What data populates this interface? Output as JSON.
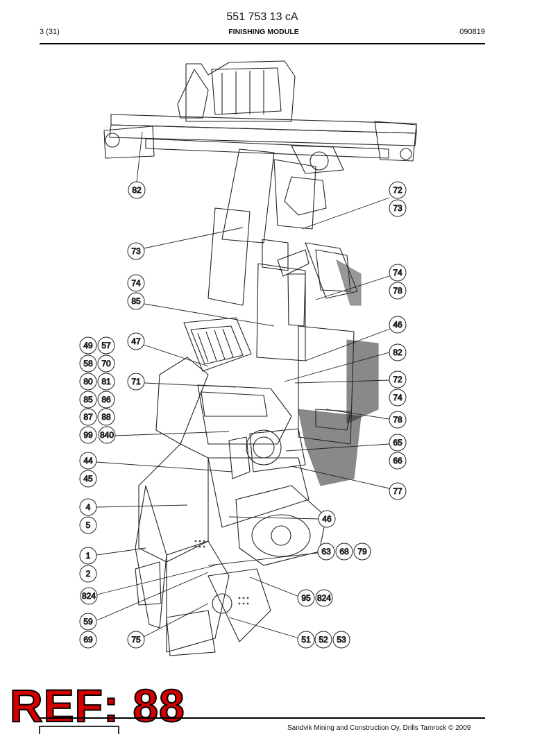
{
  "header": {
    "doc_number": "551 753 13 cA",
    "page": "3 (31)",
    "section": "FINISHING MODULE",
    "date": "090819"
  },
  "ref_stamp": "REF: 88",
  "footer": {
    "copyright": "Sandvik Mining and Construction Oy, Drills Tamrock © 2009"
  },
  "callouts": [
    "82",
    "72",
    "73",
    "73",
    "74",
    "78",
    "74",
    "85",
    "46",
    "49",
    "57",
    "47",
    "58",
    "70",
    "82",
    "80",
    "81",
    "71",
    "72",
    "85",
    "86",
    "74",
    "87",
    "88",
    "78",
    "99",
    "840",
    "65",
    "66",
    "44",
    "45",
    "77",
    "4",
    "5",
    "46",
    "63",
    "68",
    "79",
    "1",
    "2",
    "824",
    "95",
    "824",
    "59",
    "69",
    "75",
    "51",
    "52",
    "53"
  ]
}
